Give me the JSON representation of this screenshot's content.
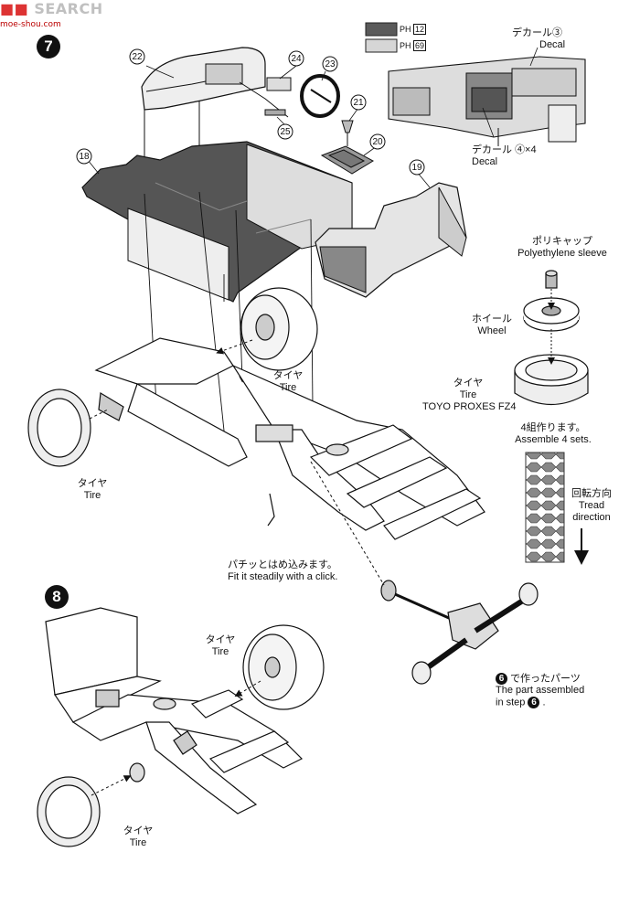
{
  "watermark": {
    "brand": "SEARCH",
    "site": "moe-shou.com"
  },
  "steps": {
    "seven": "7",
    "eight": "8"
  },
  "parts": {
    "p18": "18",
    "p19": "19",
    "p20": "20",
    "p21": "21",
    "p22": "22",
    "p23": "23",
    "p24": "24",
    "p25": "25"
  },
  "color_legend": {
    "dark": {
      "code": "12",
      "prefix": "PH",
      "color": "#5a5a5a"
    },
    "light": {
      "code": "69",
      "prefix": "PH",
      "color": "#d6d6d6"
    }
  },
  "decal_top": {
    "jp": "デカール",
    "num": "③",
    "en": "Decal"
  },
  "decal_bottom": {
    "jp": "デカール",
    "num": "④×4",
    "en": "Decal"
  },
  "poly_cap": {
    "jp": "ポリキャップ",
    "en": "Polyethylene sleeve"
  },
  "wheel": {
    "jp": "ホイール",
    "en": "Wheel"
  },
  "tire_right": {
    "jp": "タイヤ",
    "en": "Tire",
    "brand": "TOYO PROXES FZ4"
  },
  "tire_mid": {
    "jp": "タイヤ",
    "en": "Tire"
  },
  "tire_left7": {
    "jp": "タイヤ",
    "en": "Tire"
  },
  "assemble": {
    "jp": "4組作ります。",
    "en": "Assemble 4 sets."
  },
  "tread": {
    "jp": "回転方向",
    "en1": "Tread",
    "en2": "direction"
  },
  "click": {
    "jp": "パチッとはめ込みます。",
    "en": "Fit it steadily with a click."
  },
  "step6_part": {
    "jp": "で作ったパーツ",
    "en1": "The part assembled",
    "en2": "in step",
    "step": "6"
  },
  "tire8_top": {
    "jp": "タイヤ",
    "en": "Tire"
  },
  "tire8_bottom": {
    "jp": "タイヤ",
    "en": "Tire"
  }
}
